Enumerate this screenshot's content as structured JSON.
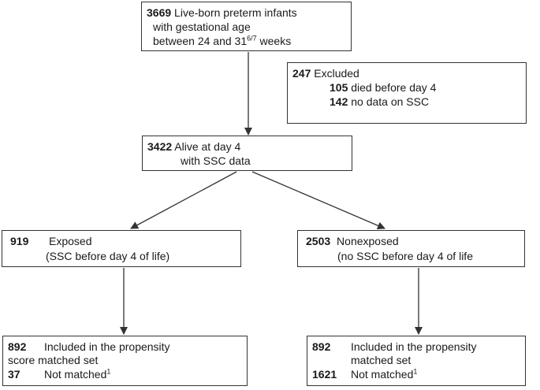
{
  "root": {
    "count": "3669",
    "line1": "Live-born preterm infants",
    "line2": "with gestational age",
    "line3_prefix": "between 24 and 31",
    "line3_sup": "6/7",
    "line3_suffix": " weeks"
  },
  "excluded": {
    "count": "247",
    "label": "Excluded",
    "items": [
      {
        "count": "105",
        "label": "died before day 4"
      },
      {
        "count": "142",
        "label": "no data on SSC"
      }
    ]
  },
  "alive": {
    "count": "3422",
    "line1": "Alive at day 4",
    "line2": "with SSC data"
  },
  "exposed": {
    "count": "919",
    "line1": "Exposed",
    "line2": "(SSC before day 4 of life)"
  },
  "nonexposed": {
    "count": "2503",
    "line1": "Nonexposed",
    "line2": "(no SSC before day 4 of life"
  },
  "exposed_matched": {
    "count": "892",
    "line1": "Included in the propensity",
    "line2": "score matched set",
    "unmatched_count": "37",
    "unmatched_label": "Not matched",
    "unmatched_sup": "1"
  },
  "nonexposed_matched": {
    "count": "892",
    "line1": "Included in the propensity",
    "line2": "matched set",
    "unmatched_count": "1621",
    "unmatched_label": "Not matched",
    "unmatched_sup": "1"
  }
}
